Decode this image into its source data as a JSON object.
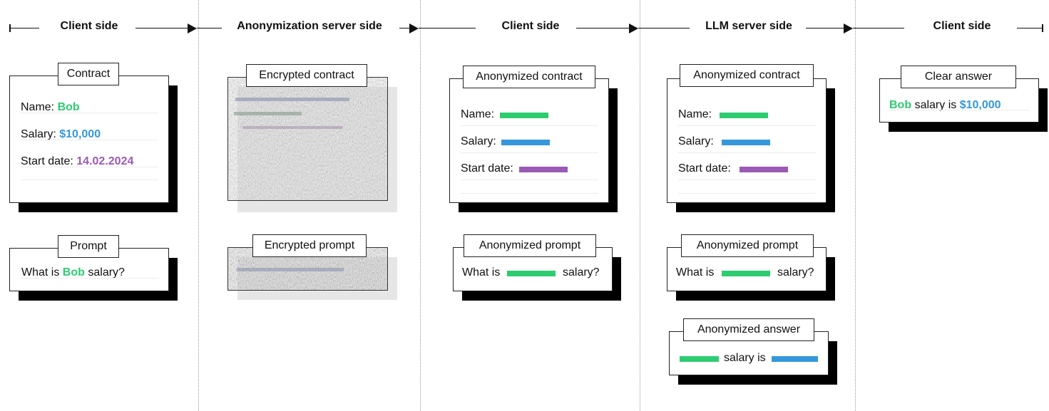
{
  "columns": {
    "client_1": "Client side",
    "anon_server": "Anonymization server side",
    "client_2": "Client side",
    "llm_server": "LLM server side",
    "client_3": "Client side"
  },
  "client": {
    "contract": {
      "title": "Contract",
      "name_label": "Name:",
      "name_value": "Bob",
      "salary_label": "Salary:",
      "salary_value": "$10,000",
      "start_label": "Start date:",
      "start_value": "14.02.2024"
    },
    "prompt": {
      "title": "Prompt",
      "q_prefix": "What is",
      "q_name": "Bob",
      "q_suffix": "salary?"
    }
  },
  "anon_server": {
    "contract_title": "Encrypted contract",
    "prompt_title": "Encrypted prompt"
  },
  "client_anon": {
    "contract_title": "Anonymized contract",
    "name_label": "Name:",
    "salary_label": "Salary:",
    "start_label": "Start date:",
    "prompt_title": "Anonymized prompt",
    "q_prefix": "What is",
    "q_suffix": "salary?"
  },
  "llm": {
    "contract_title": "Anonymized contract",
    "name_label": "Name:",
    "salary_label": "Salary:",
    "start_label": "Start date:",
    "prompt_title": "Anonymized prompt",
    "q_prefix": "What is",
    "q_suffix": "salary?",
    "answer_title": "Anonymized answer",
    "answer_mid": "salary is"
  },
  "clear": {
    "title": "Clear answer",
    "name": "Bob",
    "mid": "salary is",
    "value": "$10,000"
  },
  "colors": {
    "name": "#2ecc71",
    "salary": "#3498db",
    "date": "#9b59b6"
  }
}
